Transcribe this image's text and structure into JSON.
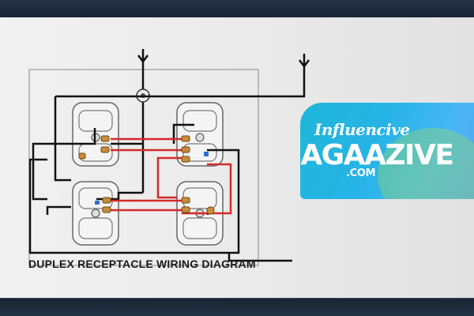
{
  "caption": "DUPLEX RECEPTACLE WIRING DIAGRAM",
  "watermark": {
    "line1": "Influencive",
    "line2": "MAGAAZIVE",
    "line3": ".COM"
  },
  "colors": {
    "hot_wire": "#d32a2a",
    "neutral_wire": "#111111",
    "outline": "#555555",
    "watermark_bg": "#27b4e6"
  },
  "icons": [
    "ground-arrow-icon",
    "ground-arrow-icon"
  ]
}
